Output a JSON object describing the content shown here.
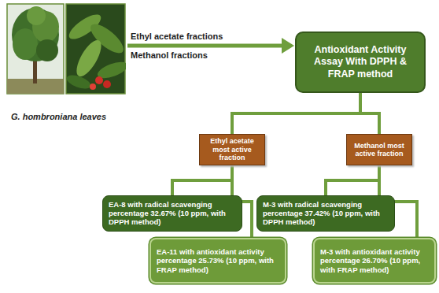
{
  "diagram": {
    "nodes": [
      {
        "text": [
          "G. hombroniana leaves"
        ]
      },
      {
        "text": [
          "Antioxidant Activity Assay With DPPH & FRAP method"
        ]
      },
      {
        "text": [
          "Ethyl acetate most active fraction"
        ]
      },
      {
        "text": [
          "Methanol most active fraction"
        ]
      },
      {
        "text": [
          "EA-8 with radical scavenging percentage 32.67% (10 ppm, with DPPH method)"
        ]
      },
      {
        "text": [
          "EA-11 with antioxidant activity percentage 25.73% (10 ppm, with FRAP method)"
        ]
      },
      {
        "text": [
          "M-3 with radical scavenging percentage 37.42% (10 ppm, with DPPH method)"
        ]
      },
      {
        "text": [
          "M-3 with antioxidant activity percentage 26.70% (10 ppm, with FRAP method)"
        ]
      }
    ],
    "edges": [
      {
        "from": 0,
        "to": 1,
        "arrow": "to"
      },
      {
        "from": 1,
        "to": 2,
        "arrow": "none"
      },
      {
        "from": 1,
        "to": 3,
        "arrow": "none"
      },
      {
        "from": 2,
        "to": 4,
        "arrow": "none"
      },
      {
        "from": 2,
        "to": 5,
        "arrow": "none"
      },
      {
        "from": 3,
        "to": 6,
        "arrow": "none"
      },
      {
        "from": 3,
        "to": 7,
        "arrow": "none"
      }
    ],
    "labels": [
      "Ethyl acetate fractions",
      "Methanol fractions"
    ]
  }
}
